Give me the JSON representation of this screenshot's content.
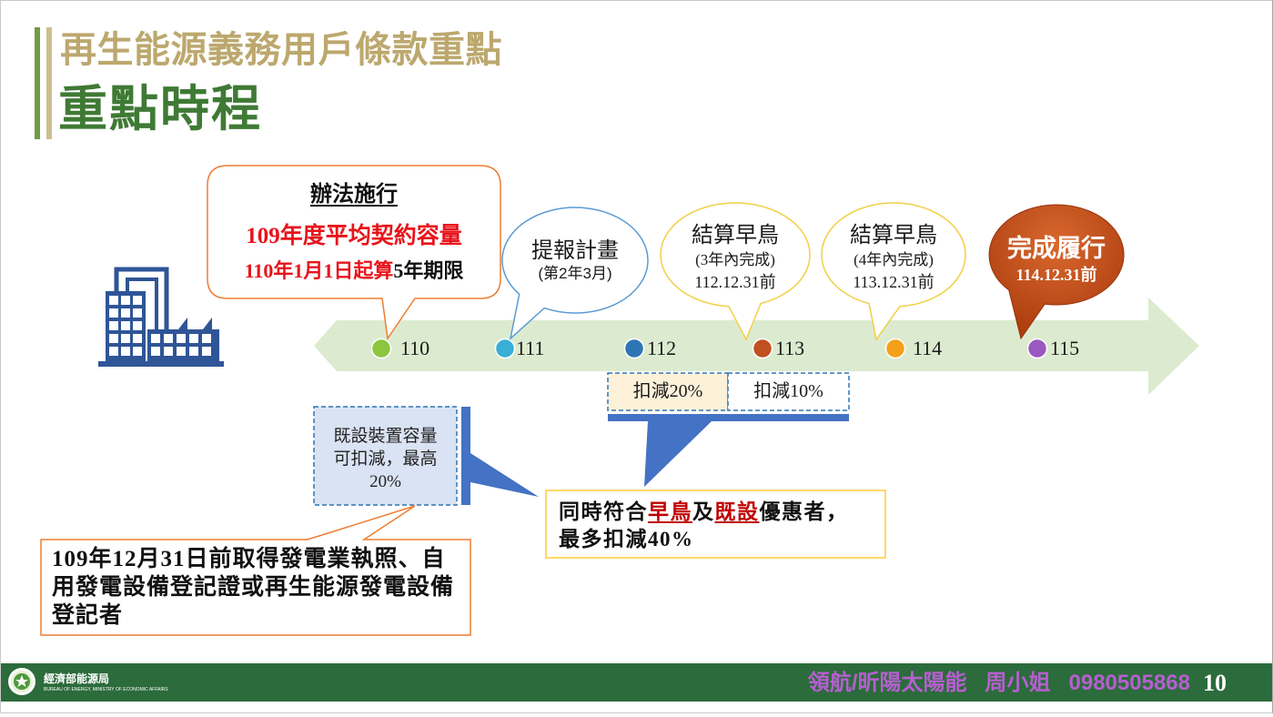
{
  "header": {
    "subtitle": "再生能源義務用戶條款重點",
    "title": "重點時程",
    "subtitle_color": "#bca86e",
    "title_color": "#3f7a35",
    "accent_colors": {
      "bar_primary": "#6e9b48",
      "bar_secondary": "#cbbf8f"
    }
  },
  "timeline": {
    "arrow_color": "#dcebcf",
    "points": [
      {
        "label": "110",
        "color": "#8cc63f"
      },
      {
        "label": "111",
        "color": "#3aafd6"
      },
      {
        "label": "112",
        "color": "#2e75b6"
      },
      {
        "label": "113",
        "color": "#c0501f"
      },
      {
        "label": "114",
        "color": "#f5a01a"
      },
      {
        "label": "115",
        "color": "#9b59c0"
      }
    ]
  },
  "callouts": {
    "implementation": {
      "title": "辦法施行",
      "baseline": "109年度平均契約容量",
      "start": "110年1月1日起算",
      "term": "5年期限",
      "highlight_color": "#e8141b",
      "border_color": "#ed7d31"
    },
    "plan_submission": {
      "title": "提報計畫",
      "note": "(第2年3月)",
      "border_color": "#5b9bd5"
    },
    "early_bird_3y": {
      "title": "結算早鳥",
      "note": "(3年內完成)",
      "deadline": "112.12.31前",
      "border_color": "#f2cf45"
    },
    "early_bird_4y": {
      "title": "結算早鳥",
      "note": "(4年內完成)",
      "deadline": "113.12.31前",
      "border_color": "#f2cf45"
    },
    "completion": {
      "title": "完成履行",
      "deadline": "114.12.31前",
      "fill_color": "#a8390c"
    }
  },
  "deductions": {
    "first_period": "扣減20%",
    "second_period": "扣減10%",
    "accent_color": "#4472c4"
  },
  "existing_capacity": {
    "lines": [
      "既設裝置容量",
      "可扣減，最高",
      "20%"
    ]
  },
  "combined_offer": {
    "prefix": "同時符合",
    "early_bird": "早鳥",
    "conjunction": "及",
    "existing": "既設",
    "suffix": "優惠者，",
    "line2": "最多扣減40%",
    "highlight_color": "#c00000",
    "border_color": "#ffd966"
  },
  "eligibility": {
    "lines": [
      "109年12月31日前取得發電業執照、自",
      "用發電設備登記證或再生能源發電設備",
      "登記者"
    ],
    "border_color": "#ed7d31"
  },
  "footer": {
    "agency_name": "經濟部能源局",
    "agency_name_en": "BUREAU OF ENERGY, MINISTRY OF ECONOMIC AFFAIRS",
    "contact": {
      "company": "領航/昕陽太陽能",
      "person": "周小姐",
      "phone": "0980505868"
    },
    "page_number": "10",
    "bar_color": "#2c6b3b",
    "contact_color": "#b65fd0"
  }
}
